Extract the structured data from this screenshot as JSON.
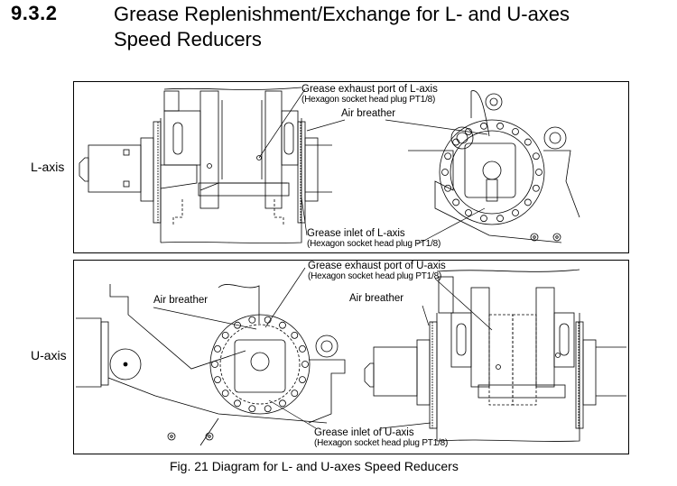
{
  "section": {
    "number": "9.3.2",
    "title_line1": "Grease Replenishment/Exchange for L- and U-axes",
    "title_line2": "Speed Reducers"
  },
  "figure": {
    "caption": "Fig. 21  Diagram for L- and U-axes Speed Reducers",
    "l_axis": {
      "label": "L-axis",
      "callouts": {
        "exhaust_title": "Grease exhaust port of L-axis",
        "exhaust_sub": "(Hexagon socket head plug PT1/8)",
        "air_breather": "Air breather",
        "inlet_title": "Grease inlet of L-axis",
        "inlet_sub": "(Hexagon socket head plug PT1/8)"
      }
    },
    "u_axis": {
      "label": "U-axis",
      "callouts": {
        "exhaust_title": "Grease exhaust port of U-axis",
        "exhaust_sub": "(Hexagon socket head plug  PT1/8)",
        "air_breather_left": "Air breather",
        "air_breather_right": "Air breather",
        "inlet_title": "Grease inlet of U-axis",
        "inlet_sub": "(Hexagon socket head plug  PT1/8)"
      }
    }
  }
}
